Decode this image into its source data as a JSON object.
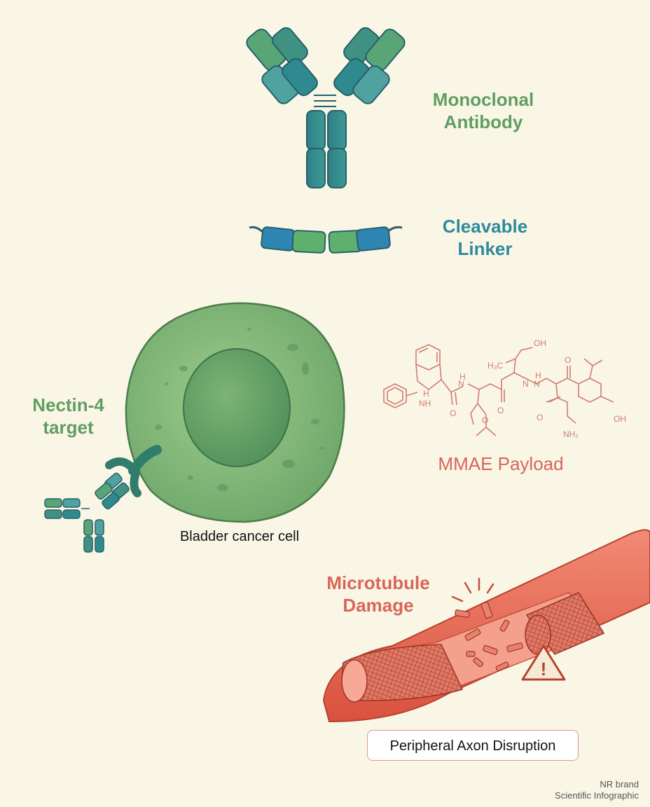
{
  "labels": {
    "antibody": [
      "Monoclonal",
      "Antibody"
    ],
    "linker": [
      "Cleavable",
      "Linker"
    ],
    "nectin": [
      "Nectin-4",
      "target"
    ],
    "payload": "MMAE Payload",
    "damage": [
      "Microtubule",
      "Damage"
    ],
    "cell": "Bladder cancer cell",
    "axon": "Peripheral Axon Disruption"
  },
  "chem": {
    "oh_top": "OH",
    "methyl": "H₃C",
    "nh1": "N",
    "nh1_h": "H",
    "nh2": "NH",
    "o1": "O",
    "o2": "O",
    "nh3": "N",
    "nh4": "N",
    "nh_h2": "H",
    "o3": "O",
    "o4": "O",
    "o5": "O",
    "nh2_end": "NH₂",
    "oh_ring": "OH",
    "nh_ring": "H"
  },
  "warning": "!",
  "brand": [
    "NR brand",
    "Scientific Infographic"
  ],
  "colors": {
    "background": "#faf6e6",
    "green": "#5f9e62",
    "teal": "#2f8a9c",
    "salmon": "#d8665a",
    "cell_fill": "#86b97a"
  }
}
